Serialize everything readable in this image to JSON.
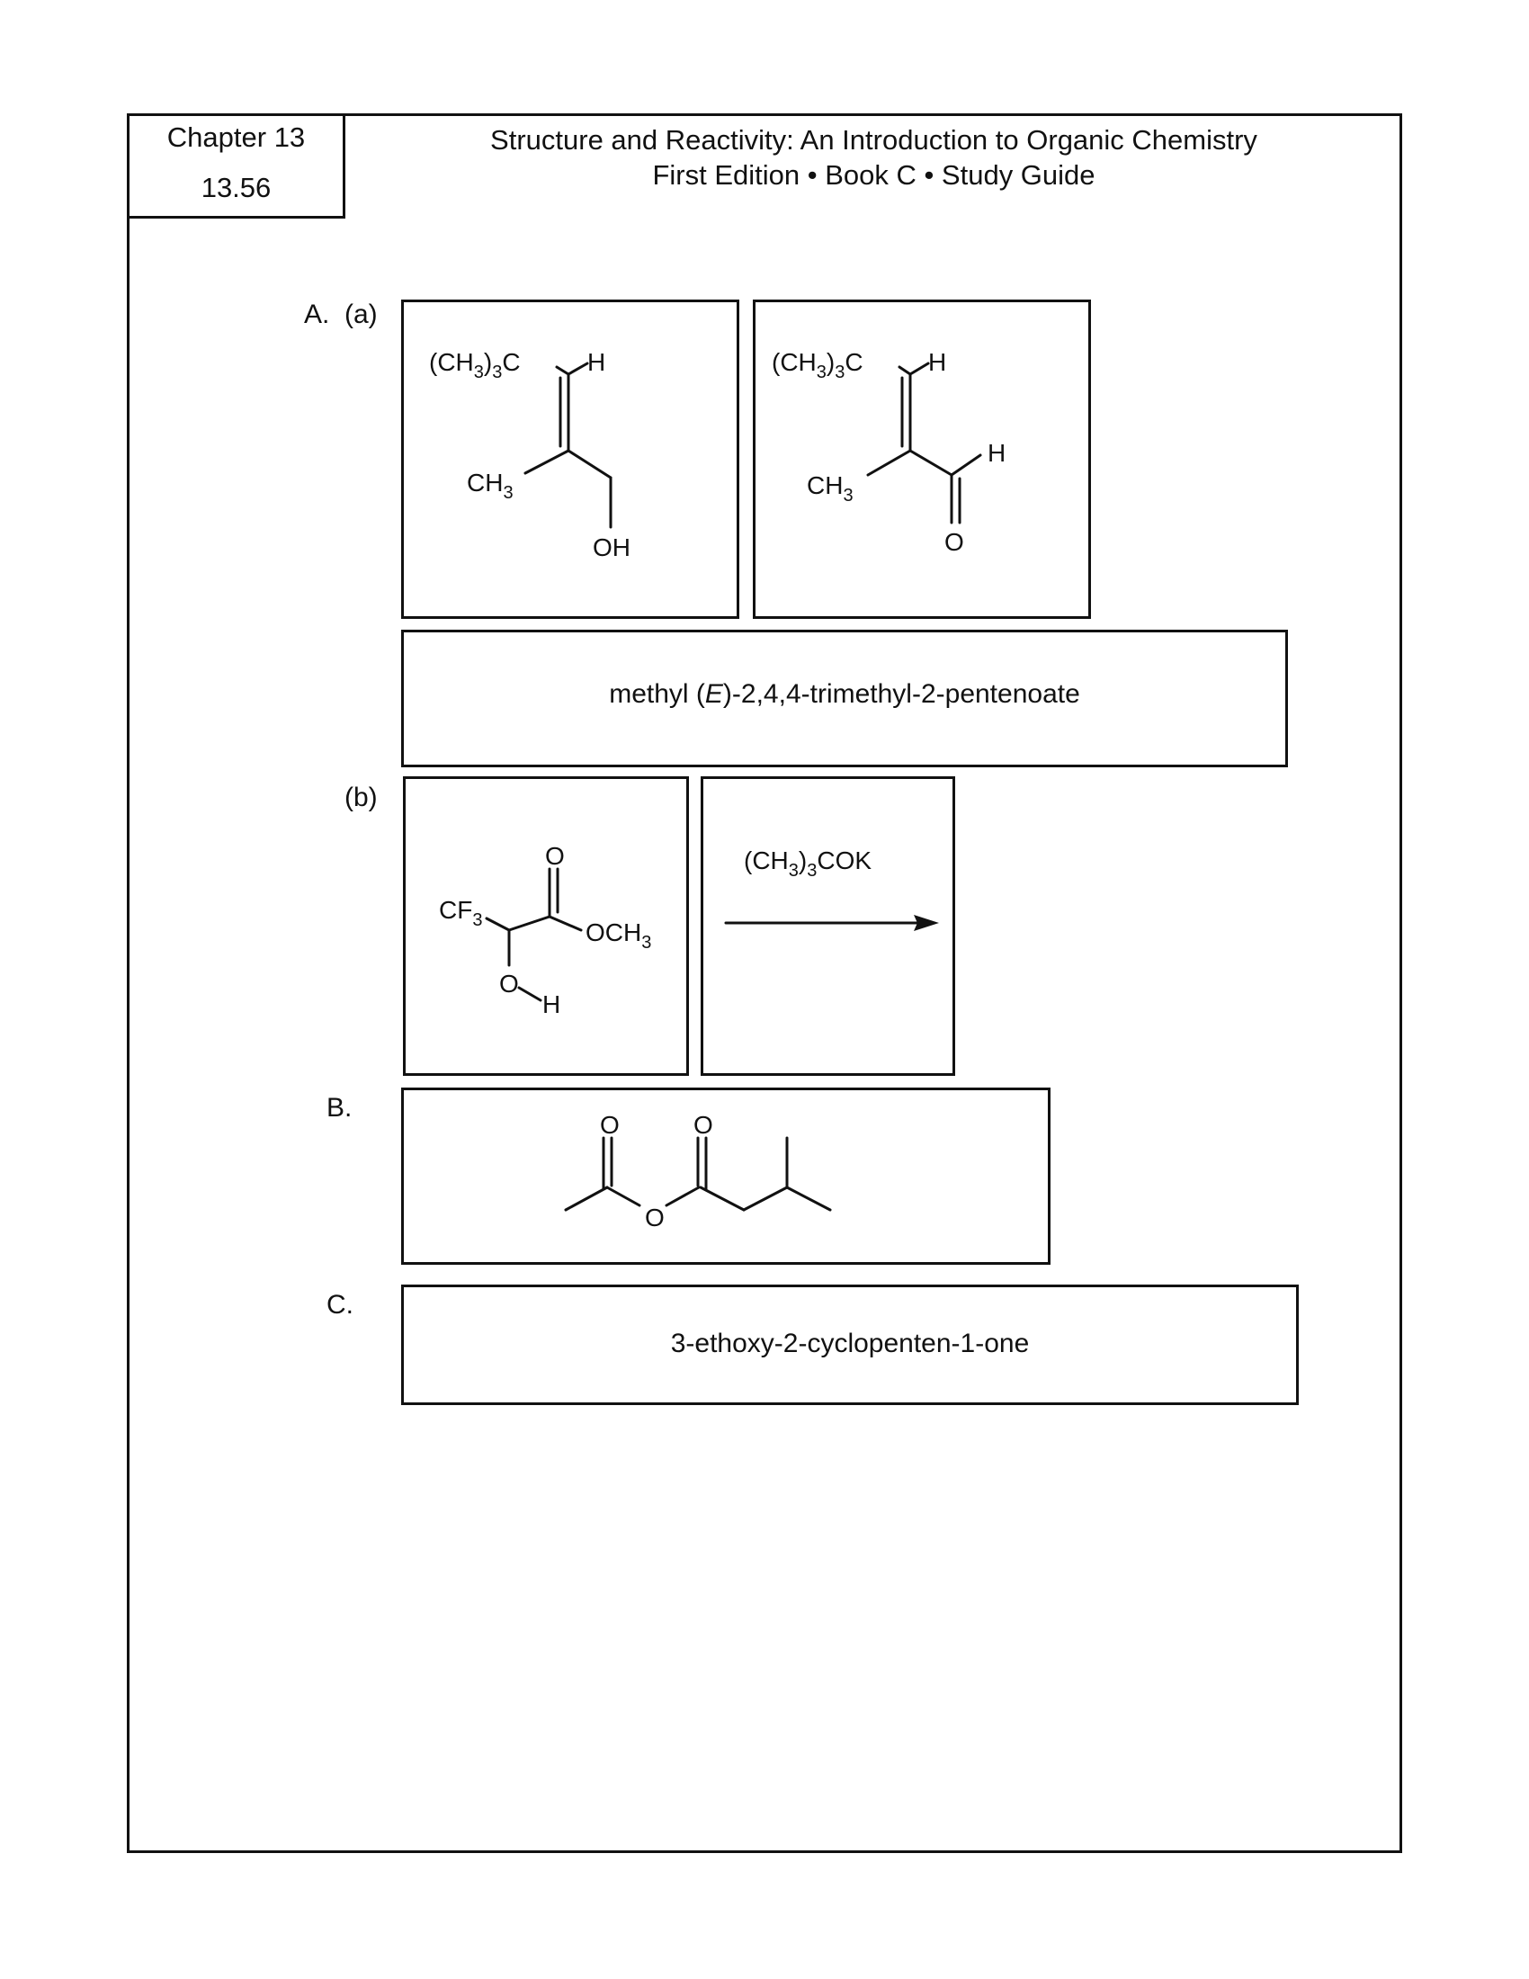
{
  "header": {
    "chapter": "Chapter 13",
    "problem": "13.56",
    "book_title": "Structure and Reactivity: An Introduction to Organic Chemistry",
    "edition": "First Edition • Book C • Study Guide"
  },
  "section_a": {
    "label": "A.",
    "part_a_label": "(a)",
    "structure1": {
      "tbu": "(CH",
      "tbu_sub": "3",
      "tbu_tail": ")",
      "tbu_sub2": "3",
      "tbu_c": "C",
      "h": "H",
      "ch3": "CH",
      "ch3_sub": "3",
      "oh": "OH"
    },
    "structure2": {
      "tbu": "(CH",
      "tbu_sub": "3",
      "tbu_tail": ")",
      "tbu_sub2": "3",
      "tbu_c": "C",
      "h_top": "H",
      "h_ald": "H",
      "ch3": "CH",
      "ch3_sub": "3",
      "o": "O"
    },
    "name_box": {
      "prefix": "methyl (",
      "italic": "E",
      "suffix": ")-2,4,4-trimethyl-2-pentenoate"
    },
    "part_b_label": "(b)",
    "structure3": {
      "o": "O",
      "cf3": "CF",
      "cf3_sub": "3",
      "och3": "OCH",
      "och3_sub": "3",
      "o_alc": "O",
      "h": "H"
    },
    "reagent": {
      "text": "(CH",
      "sub1": "3",
      "tail": ")",
      "sub2": "3",
      "end": "COK"
    }
  },
  "section_b": {
    "label": "B.",
    "structure": {
      "o1": "O",
      "o2": "O",
      "o_bridge": "O"
    }
  },
  "section_c": {
    "label": "C.",
    "name": "3-ethoxy-2-cyclopenten-1-one"
  }
}
